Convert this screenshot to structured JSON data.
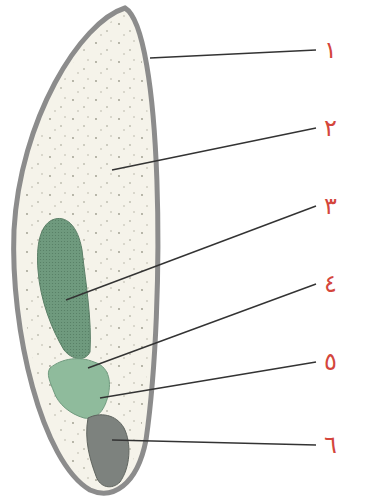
{
  "diagram": {
    "labels": [
      "١",
      "٢",
      "٣",
      "٤",
      "٥",
      "٦"
    ]
  }
}
